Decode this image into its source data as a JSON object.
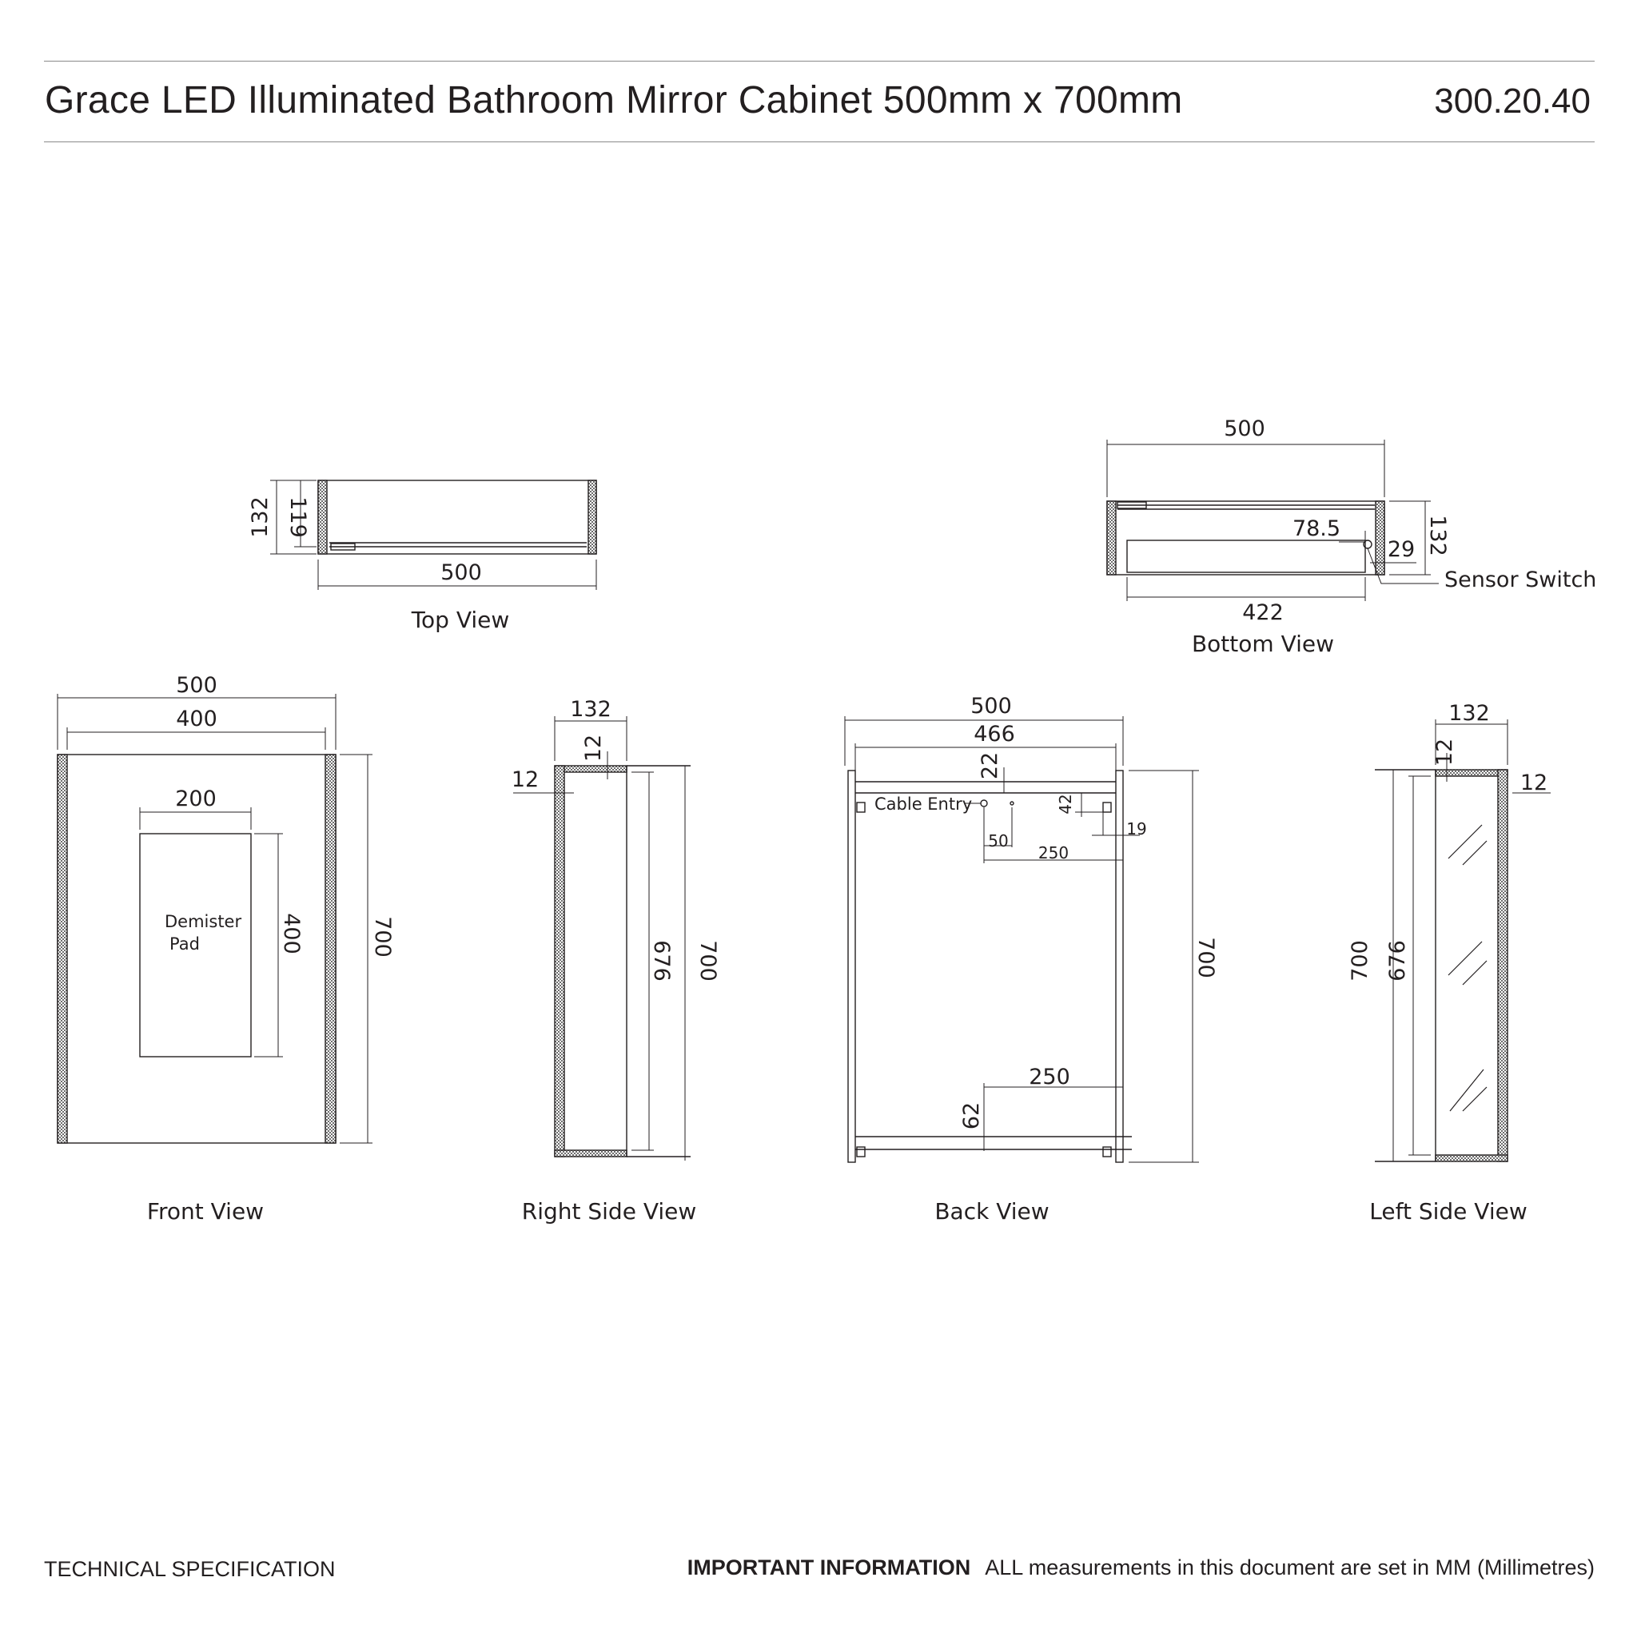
{
  "header": {
    "title": "Grace LED Illuminated Bathroom Mirror Cabinet 500mm x 700mm",
    "code": "300.20.40"
  },
  "views": {
    "top": {
      "caption": "Top View",
      "width": "500",
      "depth": "132",
      "inner_depth": "119"
    },
    "bottom": {
      "caption": "Bottom View",
      "width": "500",
      "depth": "132",
      "inset": "78.5",
      "inner_width": "422",
      "switch_offset": "29",
      "sensor_label": "Sensor Switch"
    },
    "front": {
      "caption": "Front View",
      "width": "500",
      "mirror_width": "400",
      "height": "700",
      "pad_width": "200",
      "pad_height": "400",
      "pad_label_1": "Demister",
      "pad_label_2": "Pad"
    },
    "right_side": {
      "caption": "Right Side View",
      "depth": "132",
      "top_thickness": "12",
      "wall_thickness": "12",
      "inner_height": "676",
      "height": "700"
    },
    "back": {
      "caption": "Back View",
      "width": "500",
      "inner_width": "466",
      "top_offset": "22",
      "cable_label": "Cable Entry",
      "bracket_height": "42",
      "cable_x": "50",
      "cable_span": "250",
      "side_offset": "19",
      "height": "700",
      "bottom_span": "250",
      "bottom_offset": "62"
    },
    "left_side": {
      "caption": "Left Side View",
      "depth": "132",
      "top_thickness": "12",
      "wall_thickness": "12",
      "height": "700",
      "inner_height": "676"
    }
  },
  "footer": {
    "spec": "TECHNICAL SPECIFICATION",
    "important": "IMPORTANT INFORMATION",
    "note": "ALL measurements in this document are set in MM (Millimetres)"
  }
}
